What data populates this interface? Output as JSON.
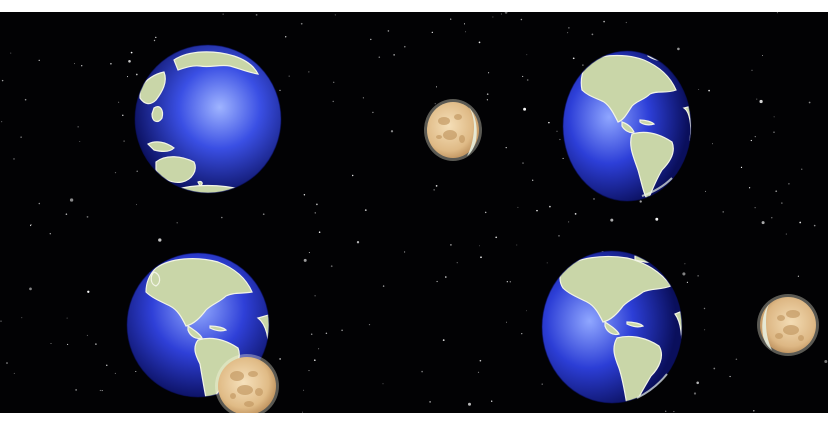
{
  "scene": {
    "description_colors": {
      "space": "#020204",
      "ocean_highlight": "#9fb4ff",
      "ocean_mid": "#2d3fd8",
      "ocean_dark": "#0a0f5c",
      "land": "#c9d6a8",
      "land_edge": "#f2f4e6",
      "moon_light": "#f1d8ad",
      "moon_dark": "#c49a64",
      "glow": "#fffbe8"
    },
    "bodies": [
      {
        "name": "earth",
        "view": "pacific"
      },
      {
        "name": "earth",
        "view": "americas"
      },
      {
        "name": "earth",
        "view": "americas"
      },
      {
        "name": "earth",
        "view": "americas"
      },
      {
        "name": "moon",
        "phase": "full"
      },
      {
        "name": "moon",
        "phase": "full"
      },
      {
        "name": "moon",
        "phase": "full"
      }
    ]
  }
}
